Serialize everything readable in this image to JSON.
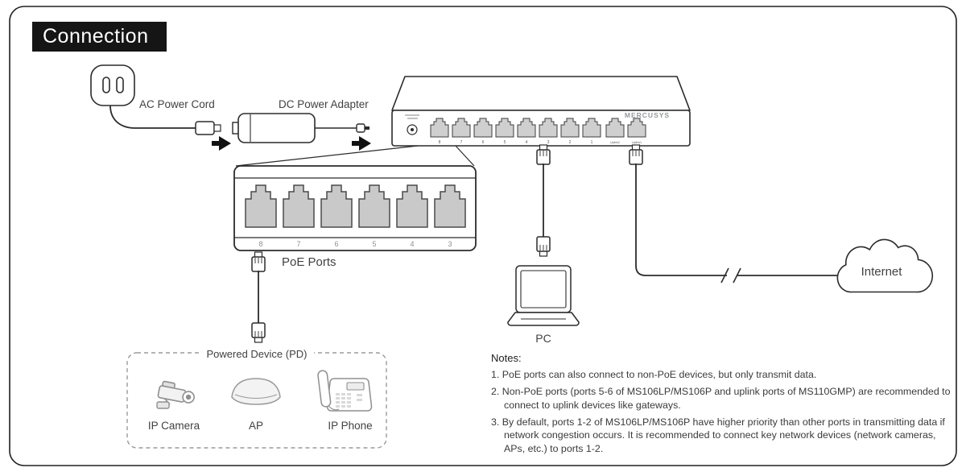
{
  "page": {
    "title": "Connection"
  },
  "labels": {
    "ac_power_cord": "AC Power Cord",
    "dc_power_adapter": "DC Power Adapter",
    "poe_ports": "PoE Ports",
    "powered_device": "Powered Device (PD)",
    "ip_camera": "IP Camera",
    "ap": "AP",
    "ip_phone": "IP Phone",
    "pc": "PC",
    "internet": "Internet"
  },
  "switch": {
    "brand": "MERCUSYS",
    "port_labels": [
      "8",
      "7",
      "6",
      "5",
      "4",
      "3",
      "2",
      "1"
    ],
    "uplink_labels": [
      "Uplink2",
      "Uplink1"
    ]
  },
  "zoom": {
    "port_labels": [
      "8",
      "7",
      "6",
      "5",
      "4",
      "3"
    ]
  },
  "notes": {
    "heading": "Notes:",
    "items": [
      "1. PoE ports can also connect to non-PoE devices, but only transmit data.",
      "2. Non-PoE ports (ports 5-6 of MS106LP/MS106P and uplink ports of MS110GMP) are recommended to connect to uplink devices like gateways.",
      "3. By default, ports 1-2 of MS106LP/MS106P have higher priority than other ports in transmitting data if network congestion occurs. It is recommended to connect key network devices (network cameras, APs, etc.) to ports 1-2."
    ]
  },
  "colors": {
    "line": "#2b2b2b",
    "title_bg": "#151515",
    "port_fill": "#c9c9c9",
    "icon_gray": "#8f8f8f"
  }
}
